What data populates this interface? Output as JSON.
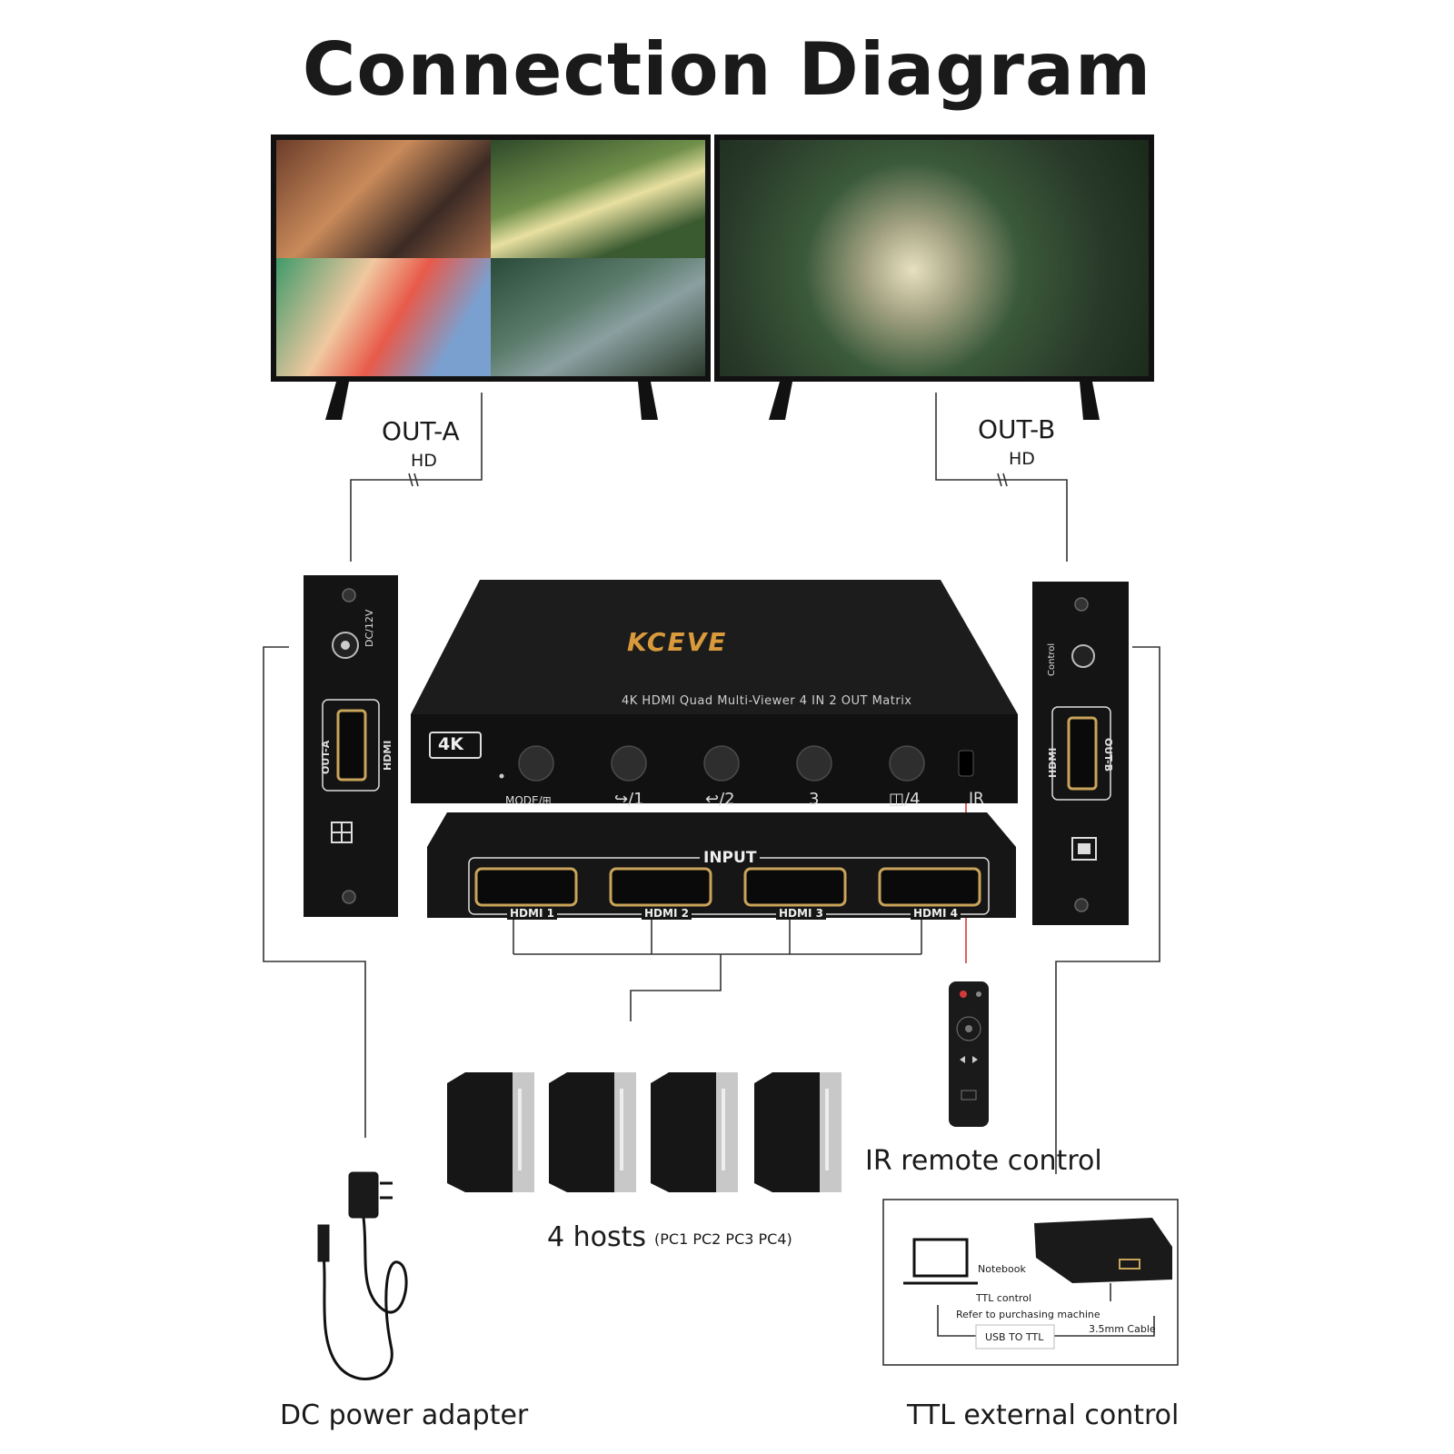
{
  "title": "Connection Diagram",
  "outputs": {
    "a": {
      "label": "OUT-A",
      "cable": "HD"
    },
    "b": {
      "label": "OUT-B",
      "cable": "HD"
    }
  },
  "device": {
    "brand": "KCEVE",
    "model_text": "4K HDMI Quad Multi-Viewer 4 IN 2 OUT Matrix",
    "badge": "4K",
    "buttons": [
      "MODE/⊞",
      "↪/1",
      "↩/2",
      "3",
      "◫/4"
    ],
    "ir_label": "IR",
    "input_label": "INPUT",
    "inputs": [
      "HDMI 1",
      "HDMI 2",
      "HDMI 3",
      "HDMI 4"
    ],
    "left_panel": {
      "dc": "DC/12V",
      "out": "OUT-A",
      "hdmi": "HDMI"
    },
    "right_panel": {
      "control": "Control",
      "out": "OUT-B",
      "hdmi": "HDMI"
    }
  },
  "hosts": {
    "label": "4 hosts",
    "sub": "(PC1  PC2  PC3  PC4)"
  },
  "remote": {
    "label": "IR remote control"
  },
  "power": {
    "label": "DC power adapter"
  },
  "ttl": {
    "label": "TTL external control",
    "notebook": "Notebook",
    "ttl_control": "TTL control",
    "refer": "Refer to purchasing machine",
    "usb_ttl": "USB TO TTL",
    "cable": "3.5mm Cable"
  },
  "colors": {
    "device": "#141414",
    "hdmi_gold": "#c9a45a",
    "line": "#333333",
    "ir_line": "#d23a3a"
  }
}
